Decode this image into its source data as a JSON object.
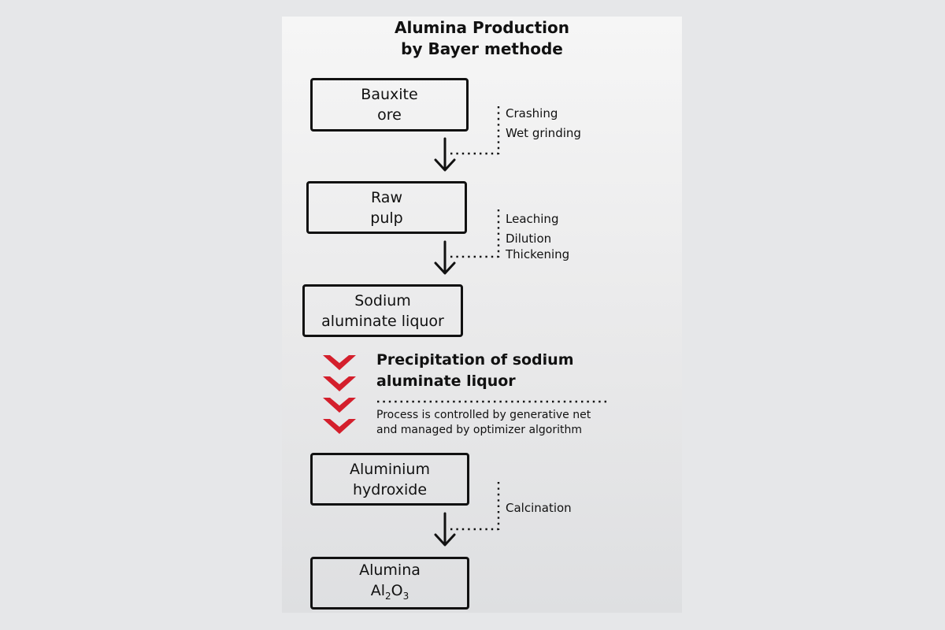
{
  "title": {
    "line1": "Alumina Production",
    "line2": "by Bayer methode"
  },
  "steps": [
    {
      "line1": "Bauxite",
      "line2": "ore"
    },
    {
      "line1": "Raw",
      "line2": "pulp"
    },
    {
      "line1": "Sodium",
      "line2": "aluminate liquor"
    },
    {
      "line1": "Aluminium",
      "line2": "hydroxide"
    },
    {
      "line1": "Alumina",
      "formula": {
        "a": "Al",
        "b": "2",
        "c": "O",
        "d": "3"
      }
    }
  ],
  "processes": {
    "stage1": [
      "Crashing",
      "Wet grinding"
    ],
    "stage2": [
      "Leaching",
      "Dilution",
      "Thickening"
    ],
    "stage4": [
      "Calcination"
    ]
  },
  "precipitation": {
    "title_line1": "Precipitation of sodium",
    "title_line2": "aluminate liquor",
    "desc_line1": "Process is controlled by generative net",
    "desc_line2": "and managed by optimizer algorithm"
  },
  "colors": {
    "chevron": "#d41f2c",
    "ink": "#111111"
  }
}
